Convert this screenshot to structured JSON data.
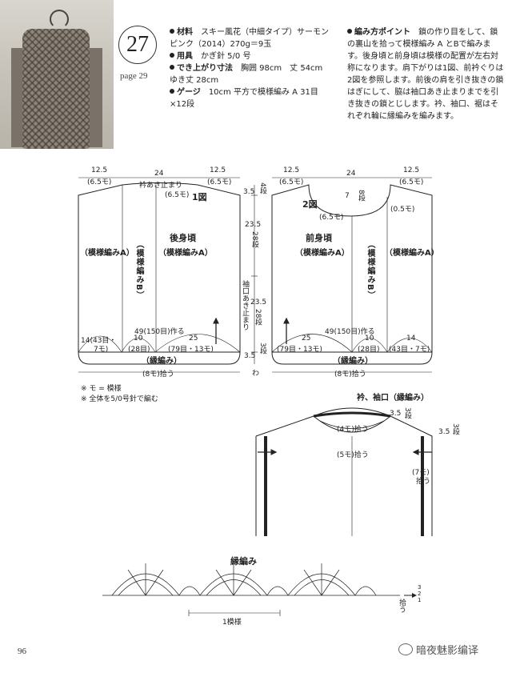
{
  "header": {
    "pattern_number": "27",
    "page_ref": "page 29",
    "specs": [
      {
        "label": "材料",
        "text": "スキー風花（中細タイプ）サーモンピンク（2014）270g＝9玉"
      },
      {
        "label": "用具",
        "text": "かぎ針 5/0 号"
      },
      {
        "label": "でき上がり寸法",
        "text": "胸囲 98cm　丈 54cm　ゆき丈 28cm"
      },
      {
        "label": "ゲージ",
        "text": "10cm 平方で模様編み A 31目×12段"
      }
    ],
    "howto_label": "編み方ポイント",
    "howto_text": "鎖の作り目をして、鎖の裏山を拾って模様編み A とBで編みます。後身頃と前身頃は模様の配置が左右対称になります。肩下がりは1図、前衿ぐりは2図を参照します。前後の肩を引き抜きの鎖はぎにして、脇は袖口あき止まりまでを引き抜きの鎖とじします。衿、袖口、裾はそれぞれ輪に縁編みを編みます。"
  },
  "back_diagram": {
    "title": "後身頃",
    "pattern_a": "（模様編みA）",
    "pattern_b": "（模様編みB）",
    "top_left": "12.5",
    "top_left_sub": "(6.5モ)",
    "top_mid": "24",
    "top_right": "12.5",
    "top_right_sub": "(6.5モ)",
    "collar_open": "衿あき止まり",
    "neck_sub": "(6.5モ)",
    "fig_ref": "1図",
    "width_note": "49(150目)作る",
    "bot_left": "14(43目・",
    "bot_left2": "7モ)",
    "bot_mid": "10",
    "bot_mid2": "(28目)",
    "bot_right": "25",
    "bot_right2": "(79目・13モ)",
    "edging": "（縁編み）",
    "pickup": "(8モ)拾う"
  },
  "side_dims": {
    "d1": "3.5",
    "d1s": "4段",
    "d2": "23.5",
    "d2s": "28段",
    "sleeve_open": "袖口あき止まり",
    "d3": "23.5",
    "d3s": "28段",
    "d4": "3.5",
    "d4s": "3段",
    "d5": "わ"
  },
  "front_diagram": {
    "title": "前身頃",
    "pattern_a": "（模様編みA）",
    "pattern_b": "（模様編みB）",
    "top_left": "12.5",
    "top_left_sub": "(6.5モ)",
    "top_mid": "24",
    "top_right": "12.5",
    "top_right_sub": "(6.5モ)",
    "fig_ref": "2図",
    "neck_depth": "7",
    "neck_rows": "8段",
    "neck_sub": "(6.5モ)",
    "shoulder_sub": "(0.5モ)",
    "width_note": "49(150目)作る",
    "bot_left": "25",
    "bot_left2": "(79目・13モ)",
    "bot_mid": "10",
    "bot_mid2": "(28目)",
    "bot_right": "14",
    "bot_right2": "(43目・7モ)",
    "edging": "（縁編み）",
    "pickup": "(8モ)拾う"
  },
  "notes": [
    "※ モ = 模様",
    "※ 全体を5/0号針で編む"
  ],
  "collar_diagram": {
    "title": "衿、袖口（縁編み）",
    "d1": "3.5",
    "d1s": "3段",
    "inner": "(4モ)拾う",
    "outer": "(5モ)拾う",
    "d2": "3.5",
    "d2s": "3段",
    "cuff": "(7モ)",
    "cuff2": "拾う"
  },
  "edging_chart": {
    "title": "縁編み",
    "repeat": "1模様",
    "row_marks": [
      "3",
      "2",
      "1"
    ],
    "pickup": "拾う"
  },
  "footer": {
    "page_number": "96",
    "watermark": "暗夜魅影编译"
  }
}
